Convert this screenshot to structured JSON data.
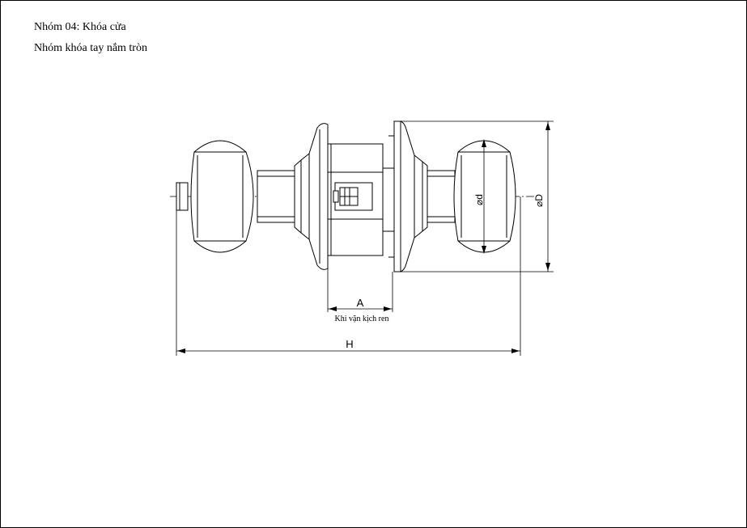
{
  "header": {
    "group_title": "Nhóm 04: Khóa cửa",
    "subgroup_title": "Nhóm khóa tay nắm tròn"
  },
  "diagram": {
    "labels": {
      "dim_a": "A",
      "dim_a_note": "Khi vặn kịch ren",
      "dim_h": "H",
      "dim_small_d": "⌀d",
      "dim_big_d": "⌀D"
    }
  }
}
